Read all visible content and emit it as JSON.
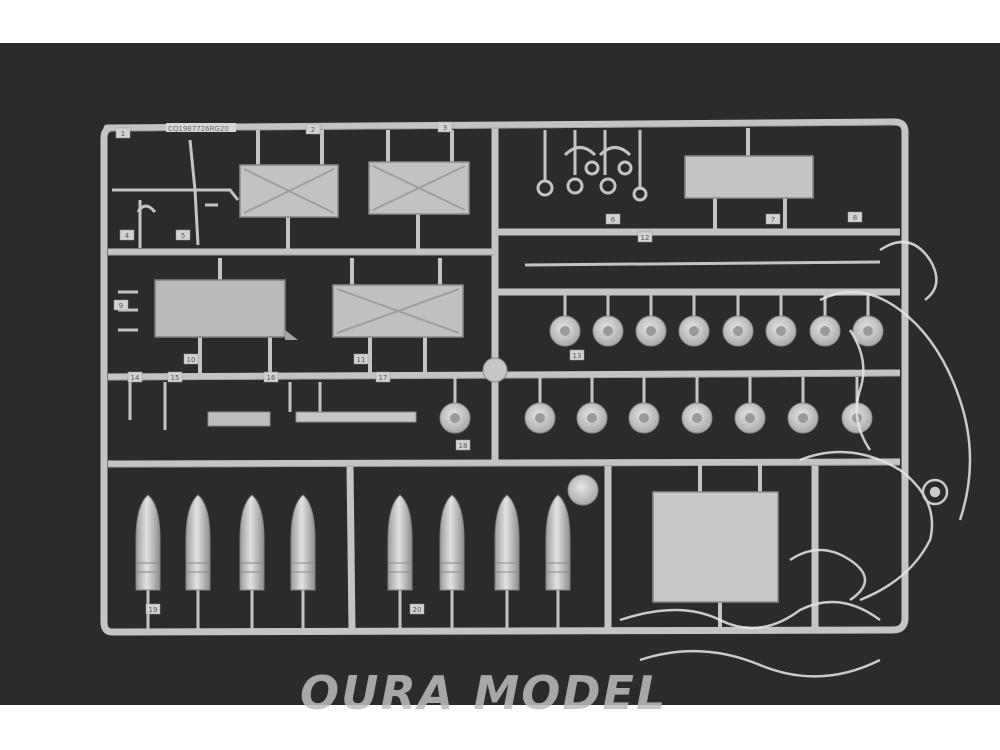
{
  "watermark": {
    "text": "OURA MODEL"
  },
  "sprue": {
    "code": "CQ1987726RG20",
    "numbers": [
      "1",
      "2",
      "3",
      "4",
      "5",
      "6",
      "7",
      "8",
      "9",
      "10",
      "11",
      "12",
      "13",
      "14",
      "15",
      "16",
      "17",
      "18",
      "19",
      "20"
    ]
  },
  "colors": {
    "background": "#2b2b2b",
    "plastic": "#c9c9c9",
    "plastic_shadow": "#9a9a9a",
    "watermark": "#d8d8d8"
  }
}
